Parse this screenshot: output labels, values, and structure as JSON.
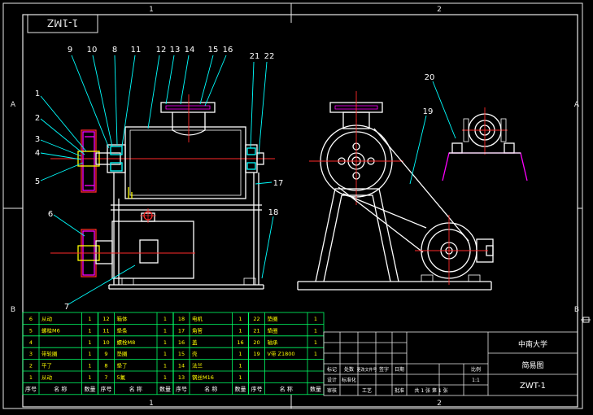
{
  "title_block": {
    "drawing_code": "ZWT-1",
    "school": "中南大学",
    "drawing_name": "简易图",
    "scale_label": "比例",
    "scale_value": "1:1",
    "sheet_info": "共 1 张  第 1 张",
    "col_labels": [
      "标记",
      "处数",
      "更改文件号",
      "签字",
      "日期"
    ],
    "col_labels2": [
      "设计",
      "标准化",
      "审核",
      "工艺",
      "批准"
    ]
  },
  "rotated_label": "1-1MZ",
  "zones": {
    "top": [
      "1",
      "2"
    ],
    "side": [
      "A",
      "B"
    ]
  },
  "callouts": [
    "1",
    "2",
    "3",
    "4",
    "5",
    "6",
    "7",
    "8",
    "9",
    "10",
    "11",
    "12",
    "13",
    "14",
    "15",
    "16",
    "17",
    "18",
    "19",
    "20",
    "21",
    "22"
  ],
  "bom": {
    "headers": [
      "序号",
      "名 称",
      "数量"
    ],
    "groups": [
      [
        [
          "6",
          "从动",
          1
        ],
        [
          "5",
          "螺栓M6",
          1
        ],
        [
          "4",
          "",
          1
        ],
        [
          "3",
          "带轮圈",
          1
        ],
        [
          "2",
          "平了",
          1
        ],
        [
          "1",
          "从动",
          1
        ]
      ],
      [
        [
          "12",
          "箱体",
          1
        ],
        [
          "11",
          "垫条",
          1
        ],
        [
          "10",
          "螺栓M8",
          1
        ],
        [
          "9",
          "垫圈",
          1
        ],
        [
          "8",
          "垫了",
          1
        ],
        [
          "7",
          "5氟",
          1
        ]
      ],
      [
        [
          "18",
          "电机",
          1
        ],
        [
          "17",
          "角管",
          1
        ],
        [
          "16",
          "盖",
          16
        ],
        [
          "15",
          "壳",
          1
        ],
        [
          "14",
          "法兰",
          1
        ],
        [
          "13",
          "钢丝M16",
          1
        ]
      ],
      [
        [
          "22",
          "垫圈",
          1
        ],
        [
          "21",
          "垫圈",
          1
        ],
        [
          "20",
          "轴承",
          1
        ],
        [
          "19",
          "V带 Z1800",
          1
        ]
      ]
    ]
  }
}
